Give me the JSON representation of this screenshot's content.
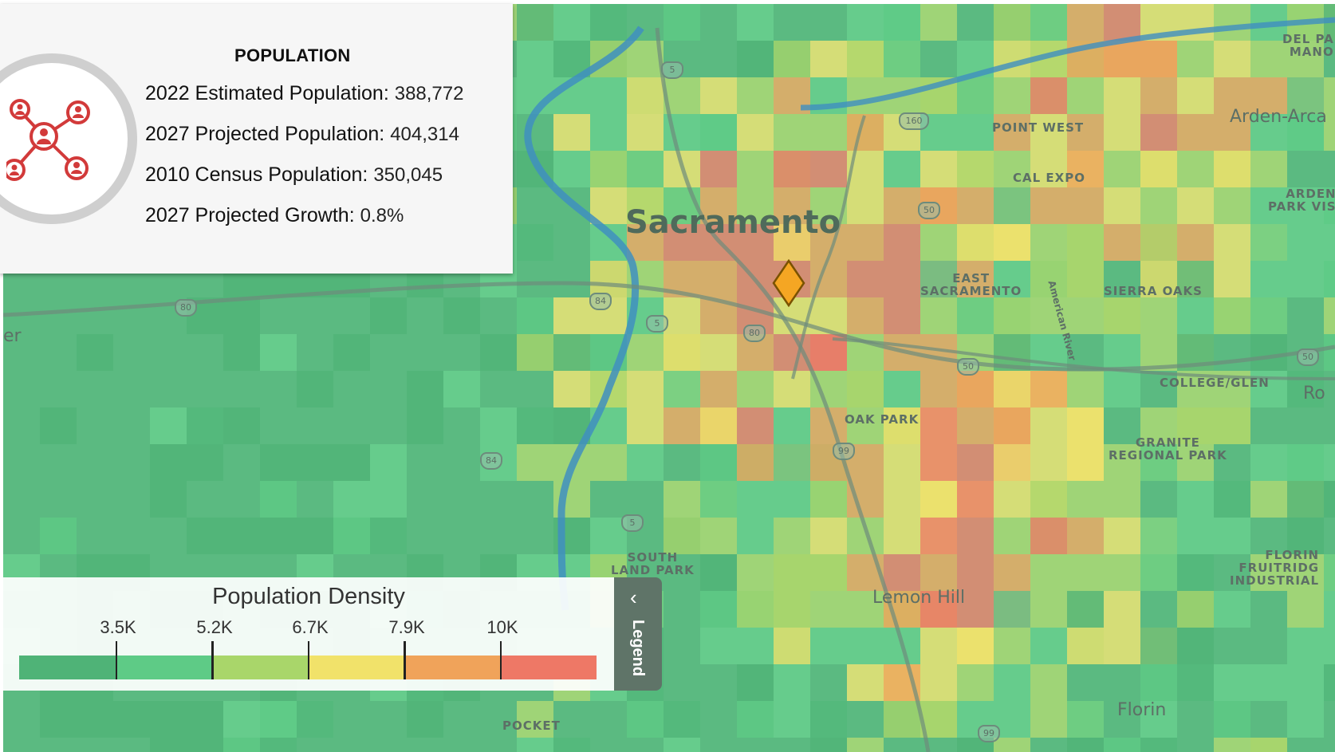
{
  "info_card": {
    "title": "POPULATION",
    "icon": "population-network-icon",
    "stats": [
      {
        "label": "2022 Estimated Population:",
        "value": "388,772"
      },
      {
        "label": "2027 Projected Population:",
        "value": "404,314"
      },
      {
        "label": "2010 Census Population:",
        "value": "350,045"
      },
      {
        "label": "2027 Projected Growth:",
        "value": "0.8%"
      }
    ]
  },
  "legend": {
    "title": "Population Density",
    "ticks": [
      "3.5K",
      "5.2K",
      "6.7K",
      "7.9K",
      "10K"
    ],
    "colors": [
      "#4fb377",
      "#5ecb86",
      "#a9d66a",
      "#f1e26a",
      "#f0a35a",
      "#ee7866"
    ],
    "tab_label": "Legend",
    "tab_icon": "chevron-left-icon"
  },
  "map": {
    "places": {
      "sacramento": "Sacramento",
      "point_west": "POINT WEST",
      "cal_expo": "CAL EXPO",
      "east_sacramento": "EAST\nSACRAMENTO",
      "sierra_oaks": "SIERRA OAKS",
      "arden_arcade": "Arden-Arca",
      "arden_park": "ARDEN\nPARK VIS",
      "del_paso": "DEL PA\nMANO",
      "college_glen": "COLLEGE/GLEN",
      "rosemont": "Ro",
      "oak_park": "OAK PARK",
      "granite_park": "GRANITE\nREGIONAL PARK",
      "south_land_park": "SOUTH\nLAND PARK",
      "lemon_hill": "Lemon Hill",
      "florin_industrial": "FLORIN\nFRUITRIDG\nINDUSTRIAL",
      "florin": "Florin",
      "pocket": "POCKET",
      "west_sac_fragment": "er",
      "american_river": "American River"
    },
    "shields": [
      "5",
      "160",
      "50",
      "80",
      "84",
      "5",
      "80",
      "50",
      "50",
      "84",
      "99",
      "5",
      "99"
    ],
    "marker_icon": "location-pin-icon",
    "marker_color": "#f5a623"
  }
}
